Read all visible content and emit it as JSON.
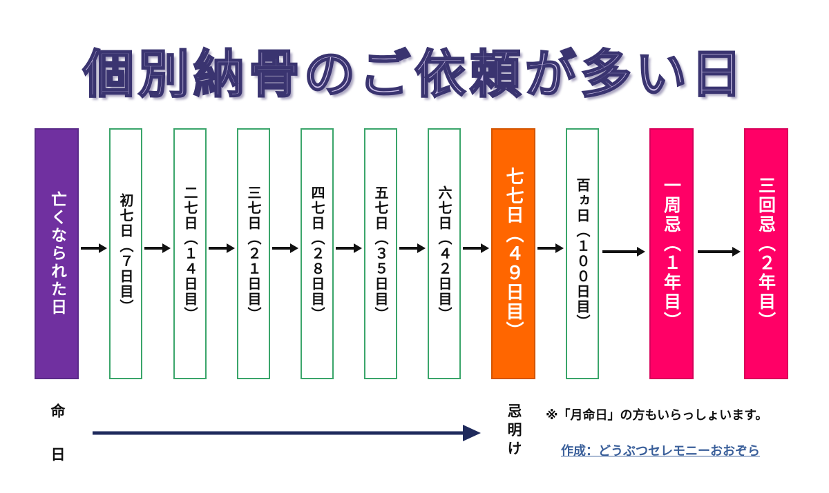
{
  "title": "個別納骨のご依頼が多い日",
  "timeline": {
    "boxes": [
      {
        "label": "亡くなられた日",
        "style": "death"
      },
      {
        "label": "初七日（７日目）",
        "style": "plain"
      },
      {
        "label": "二七日（１４日目）",
        "style": "plain"
      },
      {
        "label": "三七日（２１日目）",
        "style": "plain"
      },
      {
        "label": "四七日（２８日目）",
        "style": "plain"
      },
      {
        "label": "五七日（３５日目）",
        "style": "plain"
      },
      {
        "label": "六七日（４２日目）",
        "style": "plain"
      },
      {
        "label": "七七日（４９日目）",
        "style": "main"
      },
      {
        "label": "百ヵ日（１００日目）",
        "style": "plain"
      },
      {
        "label": "一周忌（１年目）",
        "style": "anni"
      },
      {
        "label": "三回忌（２年目）",
        "style": "anni"
      }
    ]
  },
  "bottom": {
    "start_label_1": "命",
    "start_label_2": "日",
    "end_label": "忌明け",
    "note": "※「月命日」の方もいらっしょいます。",
    "credit": "作成：どうぶつセレモニーおおぞら"
  },
  "colors": {
    "death": "#7030a0",
    "main": "#ff6600",
    "anniversary": "#ff0066",
    "box_border": "#3aa56a",
    "arrow": "#111111",
    "timeline_arrow": "#1f2a5c",
    "credit": "#3a5f9a"
  }
}
